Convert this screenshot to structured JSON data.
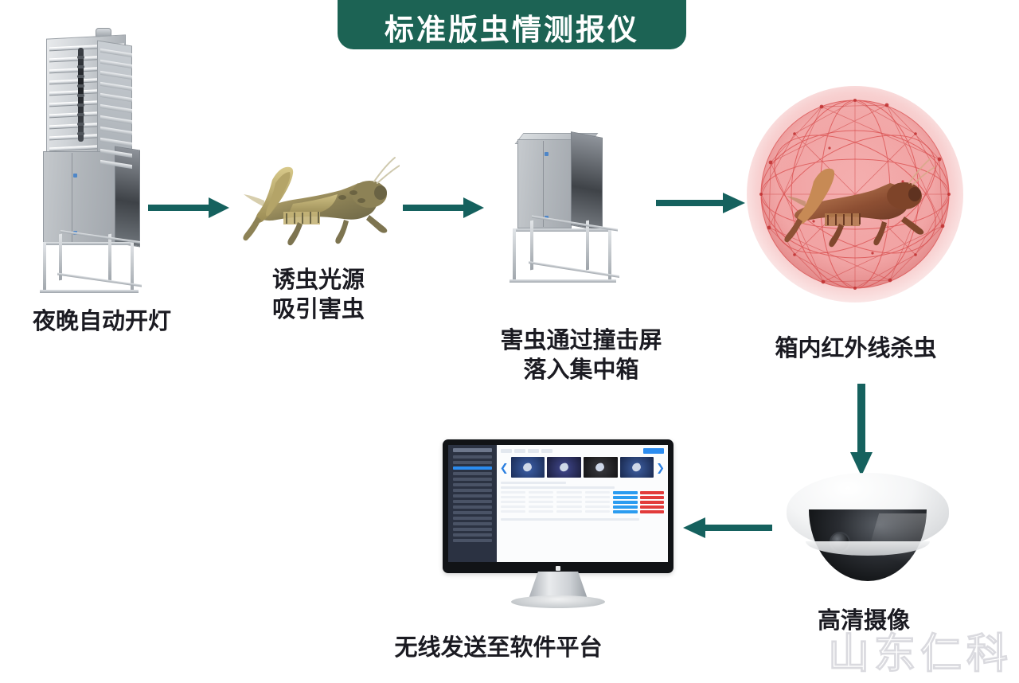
{
  "title": {
    "text": "标准版虫情测报仪"
  },
  "colors": {
    "banner_green": "#1c6354",
    "arrow_teal": "#15615e",
    "caption_text": "#1b1b22",
    "background": "#ffffff",
    "sphere_red": "#e24a4a",
    "dashboard_blue": "#2b8cf0",
    "dashboard_alert_red": "#e23b3b"
  },
  "steps": [
    {
      "id": "step-1",
      "caption": "夜晚自动开灯",
      "illustration": "insect-trap-cabinet"
    },
    {
      "id": "step-2",
      "caption_lines": [
        "诱虫光源",
        "吸引害虫"
      ],
      "illustration": "grasshopper"
    },
    {
      "id": "step-3",
      "caption_lines": [
        "害虫通过撞击屏",
        "落入集中箱"
      ],
      "illustration": "collection-box"
    },
    {
      "id": "step-4",
      "caption": "箱内红外线杀虫",
      "illustration": "red-wireframe-sphere-with-insect"
    },
    {
      "id": "step-5",
      "caption": "高清摄像",
      "illustration": "dome-camera"
    },
    {
      "id": "step-6",
      "caption": "无线发送至软件平台",
      "illustration": "monitor-dashboard"
    }
  ],
  "arrows": [
    {
      "id": "arrow-1",
      "direction": "right",
      "from": "step-1",
      "to": "step-2"
    },
    {
      "id": "arrow-2",
      "direction": "right",
      "from": "step-2",
      "to": "step-3"
    },
    {
      "id": "arrow-3",
      "direction": "right",
      "from": "step-3",
      "to": "step-4"
    },
    {
      "id": "arrow-4",
      "direction": "down",
      "from": "step-4",
      "to": "step-5"
    },
    {
      "id": "arrow-5",
      "direction": "left",
      "from": "step-5",
      "to": "step-6"
    }
  ],
  "watermark": {
    "text": "山东仁科"
  }
}
